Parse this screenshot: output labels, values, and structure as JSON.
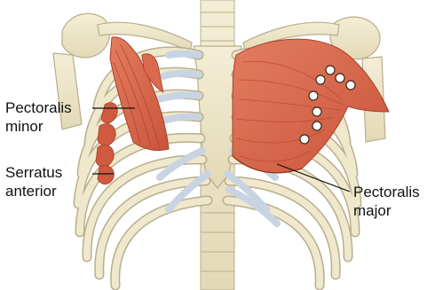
{
  "labels": {
    "pectoralis_minor": {
      "line1": "Pectoralis",
      "line2": "minor"
    },
    "serratus_anterior": {
      "line1": "Serratus",
      "line2": "anterior"
    },
    "pectoralis_major": {
      "line1": "Pectoralis",
      "line2": "major"
    }
  },
  "colors": {
    "muscle": "#d9664a",
    "muscle_dark": "#b8442d",
    "muscle_light": "#ea9376",
    "bone": "#ece5c8",
    "bone_outline": "#b9ae8c",
    "cartilage": "#c8d4e2",
    "leader_line": "#111111",
    "marker_fill": "#ffffff"
  },
  "markers": {
    "count": 8
  }
}
